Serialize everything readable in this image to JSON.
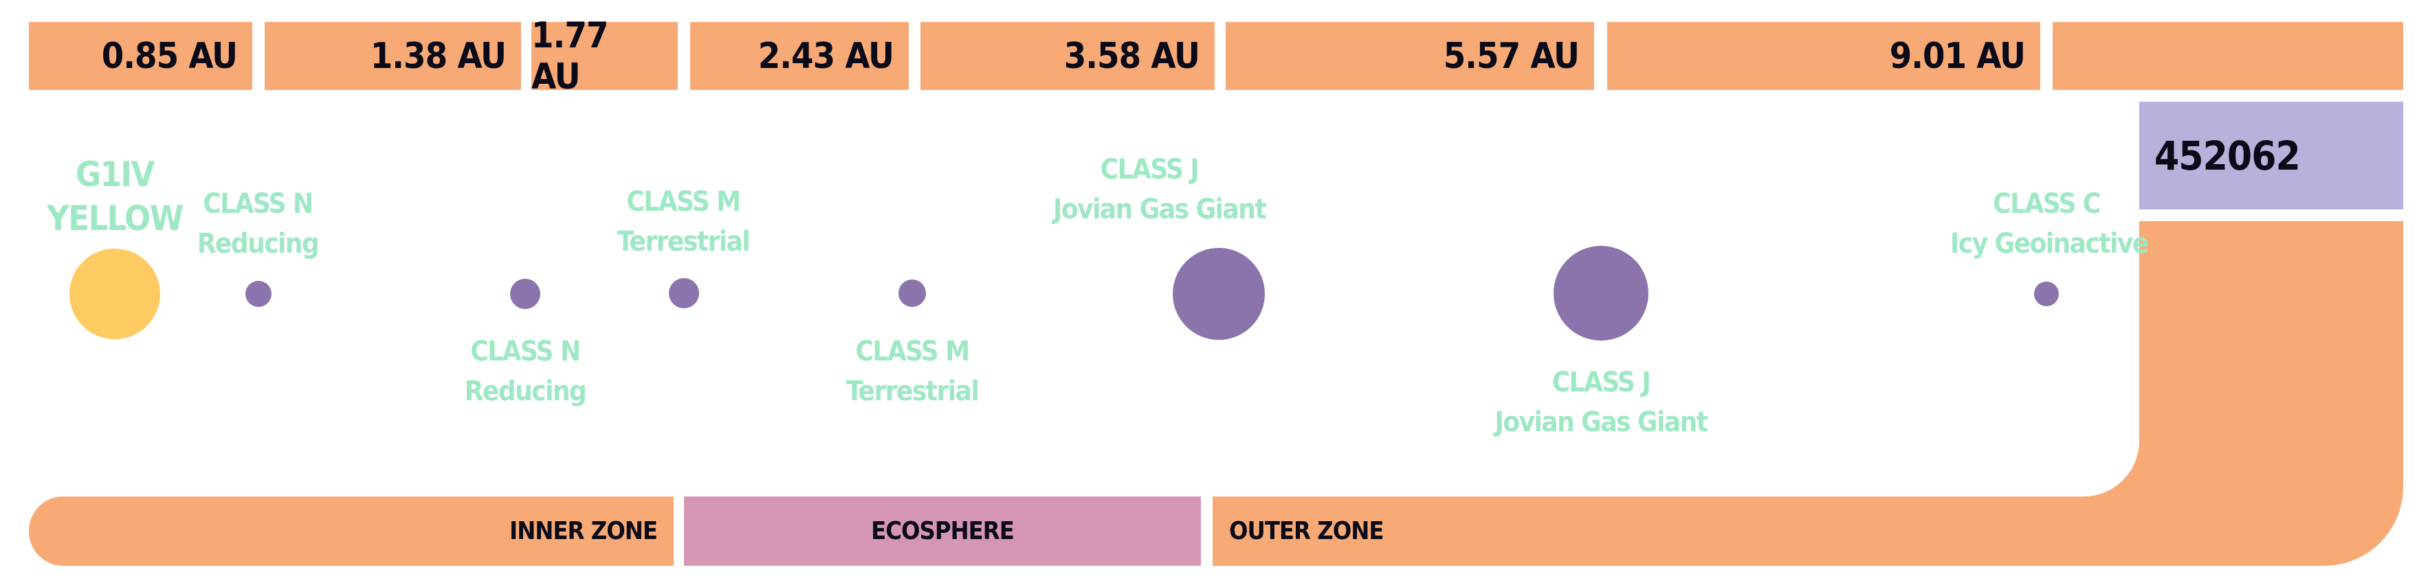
{
  "colors": {
    "orange": "#F7AA76",
    "lavender": "#B6B2DB",
    "pink": "#D596B3",
    "purple": "#8B73AB",
    "yellow": "#FDCB62",
    "mint": "#9EE8C3",
    "ink": "#0A0A18"
  },
  "distances": [
    "0.85 AU",
    "1.38 AU",
    "1.77 AU",
    "2.43 AU",
    "3.58 AU",
    "5.57 AU",
    "9.01 AU"
  ],
  "system_id": "452062",
  "star": {
    "type": "G1IV",
    "color": "YELLOW"
  },
  "planets": [
    {
      "class": "CLASS N",
      "desc": "Reducing"
    },
    {
      "class": "CLASS N",
      "desc": "Reducing"
    },
    {
      "class": "CLASS M",
      "desc": "Terrestrial"
    },
    {
      "class": "CLASS M",
      "desc": "Terrestrial"
    },
    {
      "class": "CLASS J",
      "desc": "Jovian Gas Giant"
    },
    {
      "class": "CLASS J",
      "desc": "Jovian Gas Giant"
    },
    {
      "class": "CLASS C",
      "desc": "Icy Geoinactive"
    }
  ],
  "zones": {
    "inner": "INNER ZONE",
    "eco": "ECOSPHERE",
    "outer": "OUTER ZONE"
  }
}
